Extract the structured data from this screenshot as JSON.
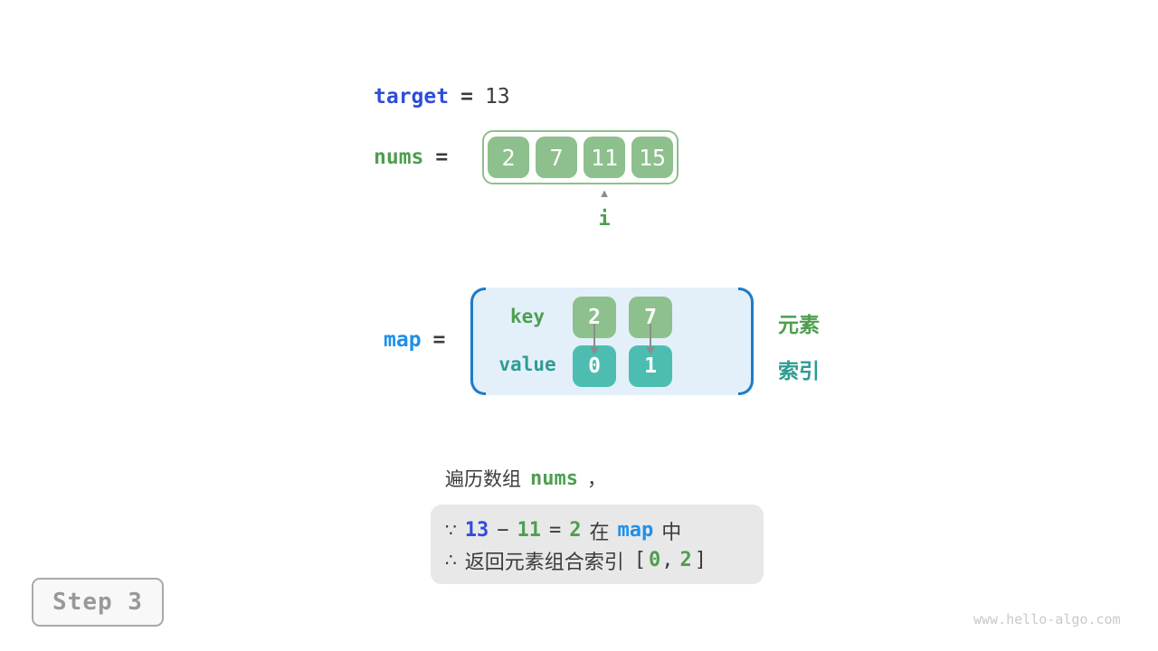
{
  "colors": {
    "royal_blue": "#2e4ed9",
    "azure_blue": "#1e90e8",
    "green_text": "#4e9e50",
    "green_box": "#8dc08d",
    "teal_text": "#2e9c92",
    "teal_box": "#4dbdb2",
    "map_panel_fill": "#e3f0fa",
    "map_bracket": "#1e7cc8",
    "dark_text": "#3b3b3b",
    "gray_arrow": "#8c8c8c",
    "conclusion_fill": "#e8e8e8"
  },
  "target_row": {
    "label": "target",
    "equals": "=",
    "value": "13"
  },
  "nums_row": {
    "label": "nums",
    "equals": "=",
    "cells": [
      "2",
      "7",
      "11",
      "15"
    ],
    "pointer": {
      "caret": "▲",
      "label": "i"
    }
  },
  "map_row": {
    "label": "map",
    "equals": "=",
    "key_label": "key",
    "value_label": "value",
    "keys": [
      "2",
      "7"
    ],
    "values": [
      "0",
      "1"
    ],
    "side_label_keys": "元素",
    "side_label_values": "索引"
  },
  "caption": {
    "prefix": "遍历数组",
    "code": "nums",
    "suffix": "，"
  },
  "conclusion": {
    "line1": {
      "because": "∵",
      "minuend": "13",
      "minus": "−",
      "subtrahend": "11",
      "equals": "=",
      "difference": "2",
      "in_word": "在",
      "map": "map",
      "in_suffix": "中"
    },
    "line2": {
      "therefore": "∴",
      "text": "返回元素组合索引",
      "bracket_open": "[",
      "index1": "0",
      "comma": ",",
      "index2": "2",
      "bracket_close": "]"
    }
  },
  "step_badge": {
    "label": "Step 3"
  },
  "watermark": "www.hello-algo.com"
}
